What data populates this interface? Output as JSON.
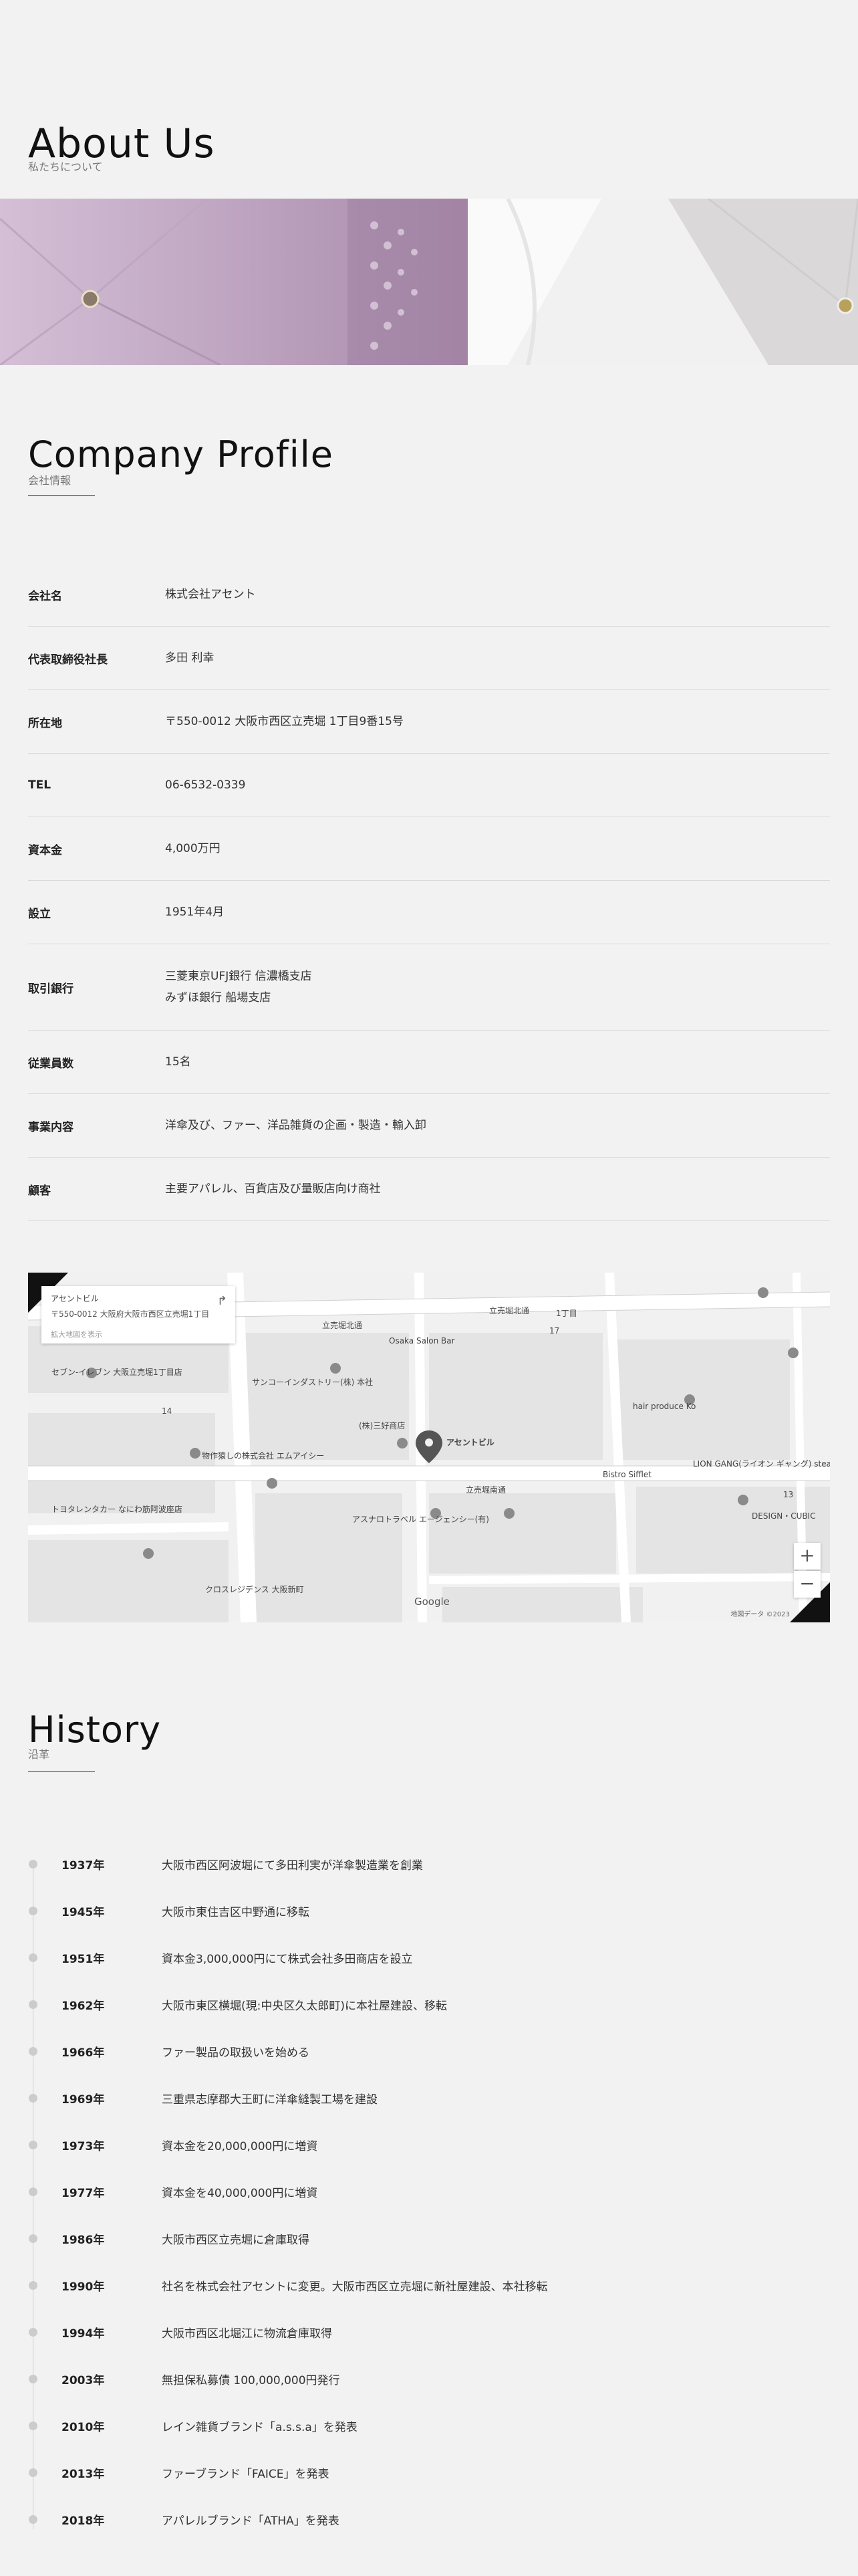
{
  "hero": {
    "title": "About Us",
    "subtitle": "私たちについて"
  },
  "profile": {
    "title": "Company Profile",
    "subtitle": "会社情報",
    "rows": [
      {
        "label": "会社名",
        "value": "株式会社アセント"
      },
      {
        "label": "代表取締役社長",
        "value": "多田 利幸"
      },
      {
        "label": "所在地",
        "value": "〒550-0012 大阪市西区立売堀 1丁目9番15号"
      },
      {
        "label": "TEL",
        "value": "06-6532-0339"
      },
      {
        "label": "資本金",
        "value": "4,000万円"
      },
      {
        "label": "設立",
        "value": "1951年4月"
      },
      {
        "label": "取引銀行",
        "value": "三菱東京UFJ銀行 信濃橋支店",
        "value2": "みずほ銀行 船場支店"
      },
      {
        "label": "従業員数",
        "value": "15名"
      },
      {
        "label": "事業内容",
        "value": "洋傘及び、ファー、洋品雑貨の企画・製造・輸入卸"
      },
      {
        "label": "顧客",
        "value": "主要アパレル、百貨店及び量販店向け商社"
      }
    ]
  },
  "map": {
    "card_line1": "アセントビル",
    "card_line2": "〒550-0012 大阪府大阪市西区立売堀1丁目",
    "card_line3": "拡大地図を表示",
    "marker_label": "アセントビル",
    "zoom_in": "+",
    "zoom_out": "−",
    "google": "Google",
    "footer": "地図データ ©2023",
    "labels": [
      "立売堀北通",
      "立売堀北通",
      "立売堀南通",
      "Osaka Salon Bar",
      "サンコーインダストリー(株) 本社",
      "物作猿しの株式会社 エムアイシー",
      "アスナロトラベル エージェンシー(有)",
      "hair produce Ko",
      "LION GANG(ライオン ギャング) steak&wine",
      "DESIGN・CUBIC",
      "セブン-イレブン 大阪立売堀1丁目店",
      "トヨタレンタカー なにわ筋阿波座店",
      "クロスレジデンス 大阪新町",
      "Bistro Sifflet",
      "(株)三好商店",
      "14",
      "13",
      "17",
      "1丁目"
    ]
  },
  "history": {
    "title": "History",
    "subtitle": "沿革",
    "events": [
      {
        "year": "1937年",
        "text": "大阪市西区阿波堀にて多田利実が洋傘製造業を創業"
      },
      {
        "year": "1945年",
        "text": "大阪市東住吉区中野通に移転"
      },
      {
        "year": "1951年",
        "text": "資本金3,000,000円にて株式会社多田商店を設立"
      },
      {
        "year": "1962年",
        "text": "大阪市東区横堀(現:中央区久太郎町)に本社屋建設、移転"
      },
      {
        "year": "1966年",
        "text": "ファー製品の取扱いを始める"
      },
      {
        "year": "1969年",
        "text": "三重県志摩郡大王町に洋傘縫製工場を建設"
      },
      {
        "year": "1973年",
        "text": "資本金を20,000,000円に増資"
      },
      {
        "year": "1977年",
        "text": "資本金を40,000,000円に増資"
      },
      {
        "year": "1986年",
        "text": "大阪市西区立売堀に倉庫取得"
      },
      {
        "year": "1990年",
        "text": "社名を株式会社アセントに変更。大阪市西区立売堀に新社屋建設、本社移転"
      },
      {
        "year": "1994年",
        "text": "大阪市西区北堀江に物流倉庫取得"
      },
      {
        "year": "2003年",
        "text": "無担保私募債 100,000,000円発行"
      },
      {
        "year": "2010年",
        "text": "レイン雑貨ブランド「a.s.s.a」を発表"
      },
      {
        "year": "2013年",
        "text": "ファーブランド「FAICE」を発表"
      },
      {
        "year": "2018年",
        "text": "アパレルブランド「ATHA」を発表"
      }
    ]
  }
}
